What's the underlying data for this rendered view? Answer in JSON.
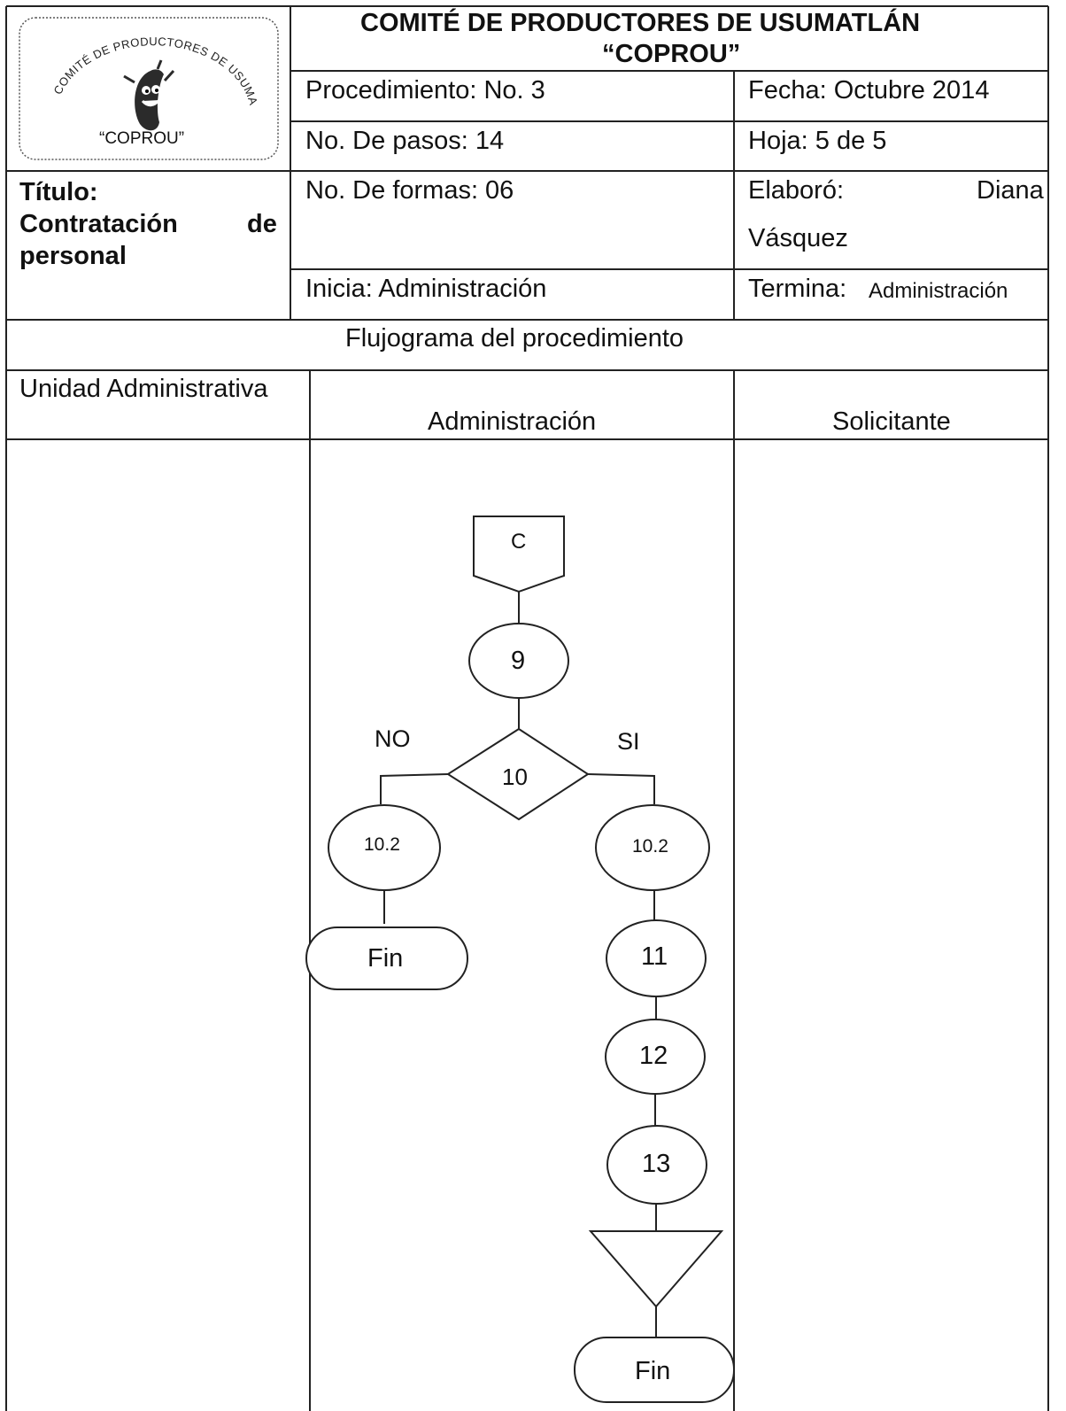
{
  "header": {
    "org_line1": "COMITÉ DE PRODUCTORES DE USUMATLÁN",
    "org_line2": "“COPROU”",
    "procedimiento": "Procedimiento: No. 3",
    "fecha": "Fecha: Octubre 2014",
    "pasos": "No. De pasos: 14",
    "hoja": "Hoja: 5 de 5",
    "formas": "No. De formas: 06",
    "elaboro_label": "Elaboró:",
    "elaboro_name1": "Diana",
    "elaboro_name2": "Vásquez",
    "titulo_label": "Título:",
    "titulo_line1a": "Contratación",
    "titulo_line1b": "de",
    "titulo_line2": "personal",
    "inicia": "Inicia: Administración",
    "termina_label": "Termina:",
    "termina_value": "Administración"
  },
  "logo": {
    "arc_text": "COMITÉ DE PRODUCTORES DE USUMATLÁN",
    "caption": "“COPROU”"
  },
  "flow": {
    "section_title": "Flujograma del procedimiento",
    "col_unit": "Unidad Administrativa",
    "col_admin": "Administración",
    "col_solicitante": "Solicitante",
    "connector": "C",
    "step_9": "9",
    "decision_10": "10",
    "label_no": "NO",
    "label_si": "SI",
    "step_10_2_left": "10.2",
    "step_10_2_right": "10.2",
    "end_left": "Fin",
    "step_11": "11",
    "step_12": "12",
    "step_13": "13",
    "end_right": "Fin"
  }
}
